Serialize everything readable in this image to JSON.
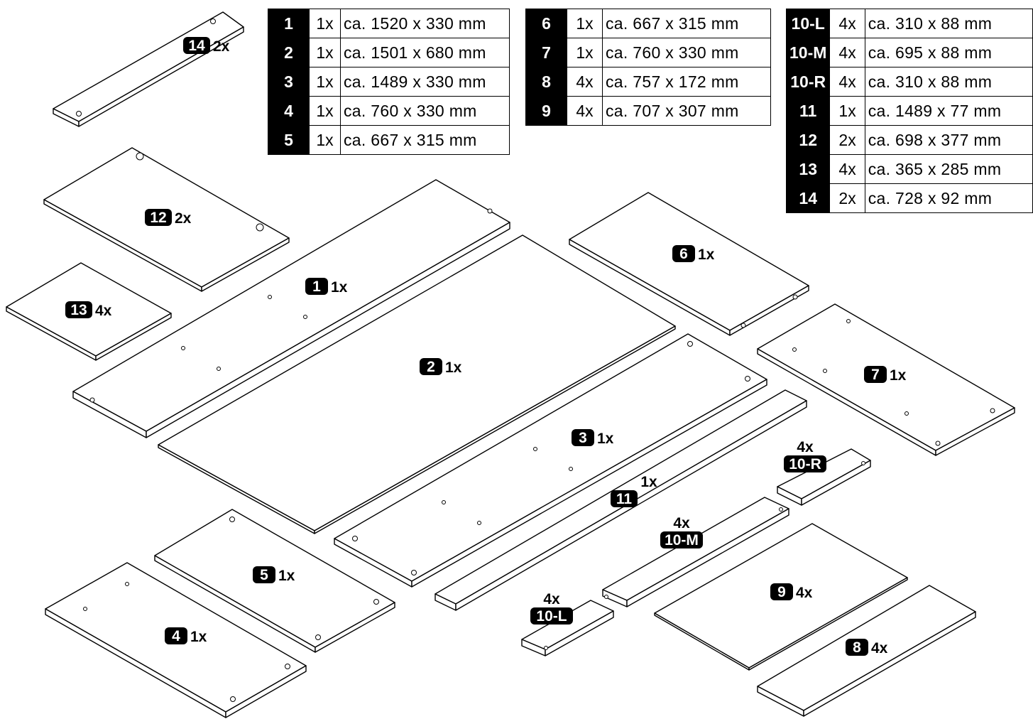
{
  "tables": [
    [
      {
        "id": "1",
        "qty": "1x",
        "dim": "ca. 1520 x 330 mm"
      },
      {
        "id": "2",
        "qty": "1x",
        "dim": "ca. 1501 x 680 mm"
      },
      {
        "id": "3",
        "qty": "1x",
        "dim": "ca. 1489 x 330 mm"
      },
      {
        "id": "4",
        "qty": "1x",
        "dim": "ca. 760 x 330 mm"
      },
      {
        "id": "5",
        "qty": "1x",
        "dim": "ca. 667 x 315 mm"
      }
    ],
    [
      {
        "id": "6",
        "qty": "1x",
        "dim": "ca. 667 x 315 mm"
      },
      {
        "id": "7",
        "qty": "1x",
        "dim": "ca. 760 x 330 mm"
      },
      {
        "id": "8",
        "qty": "4x",
        "dim": "ca. 757 x 172 mm"
      },
      {
        "id": "9",
        "qty": "4x",
        "dim": "ca. 707 x 307 mm"
      }
    ],
    [
      {
        "id": "10-L",
        "qty": "4x",
        "dim": "ca. 310 x 88 mm"
      },
      {
        "id": "10-M",
        "qty": "4x",
        "dim": "ca. 695 x 88 mm"
      },
      {
        "id": "10-R",
        "qty": "4x",
        "dim": "ca. 310 x 88 mm"
      },
      {
        "id": "11",
        "qty": "1x",
        "dim": "ca. 1489 x 77 mm"
      },
      {
        "id": "12",
        "qty": "2x",
        "dim": "ca. 698 x 377 mm"
      },
      {
        "id": "13",
        "qty": "4x",
        "dim": "ca. 365 x 285 mm"
      },
      {
        "id": "14",
        "qty": "2x",
        "dim": "ca. 728 x 92 mm"
      }
    ]
  ],
  "parts": [
    {
      "id": "14",
      "qty": "2x"
    },
    {
      "id": "12",
      "qty": "2x"
    },
    {
      "id": "13",
      "qty": "4x"
    },
    {
      "id": "1",
      "qty": "1x"
    },
    {
      "id": "2",
      "qty": "1x"
    },
    {
      "id": "6",
      "qty": "1x"
    },
    {
      "id": "7",
      "qty": "1x"
    },
    {
      "id": "3",
      "qty": "1x"
    },
    {
      "id": "11",
      "qty": "1x"
    },
    {
      "id": "10-R",
      "qty": "4x"
    },
    {
      "id": "10-M",
      "qty": "4x"
    },
    {
      "id": "10-L",
      "qty": "4x"
    },
    {
      "id": "5",
      "qty": "1x"
    },
    {
      "id": "4",
      "qty": "1x"
    },
    {
      "id": "9",
      "qty": "4x"
    },
    {
      "id": "8",
      "qty": "4x"
    }
  ]
}
